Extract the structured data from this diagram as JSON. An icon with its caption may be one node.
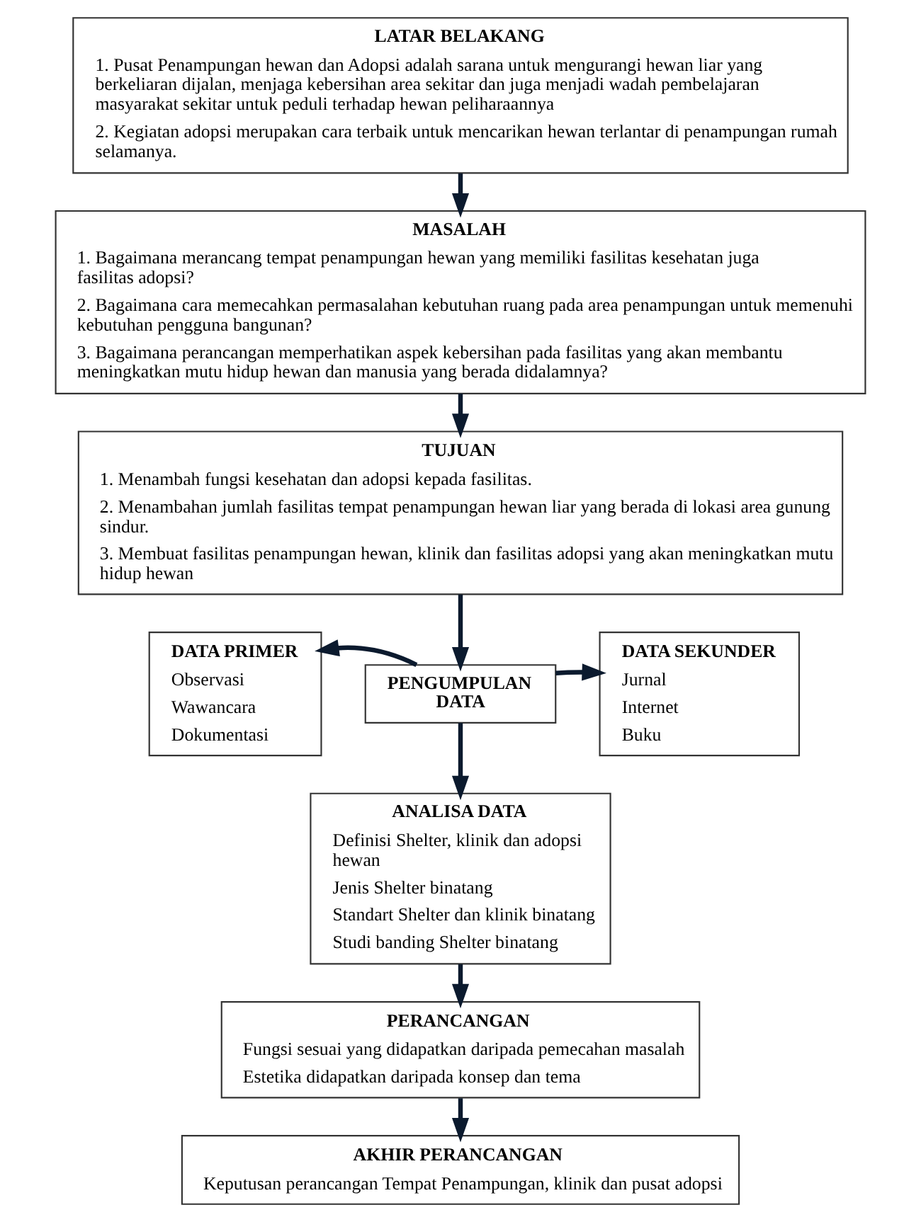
{
  "diagram": {
    "nodes": [
      {
        "text": [
          "LATAR BELAKANG",
          "1. Pusat Penampungan hewan dan Adopsi adalah sarana untuk mengurangi hewan liar yang berkeliaran dijalan, menjaga kebersihan area sekitar dan juga menjadi wadah pembelajaran masyarakat sekitar untuk peduli terhadap hewan peliharaannya",
          "2. Kegiatan adopsi merupakan cara terbaik untuk mencarikan hewan terlantar di penampungan rumah selamanya."
        ]
      },
      {
        "text": [
          "MASALAH",
          "1. Bagaimana merancang tempat penampungan hewan yang memiliki fasilitas kesehatan juga fasilitas adopsi?",
          "2. Bagaimana cara memecahkan permasalahan kebutuhan ruang pada area penampungan untuk memenuhi kebutuhan pengguna bangunan?",
          "3. Bagaimana perancangan memperhatikan aspek kebersihan pada fasilitas yang akan membantu meningkatkan mutu hidup hewan dan manusia yang berada didalamnya?"
        ]
      },
      {
        "text": [
          "TUJUAN",
          "1. Menambah fungsi kesehatan dan adopsi kepada fasilitas.",
          "2. Menambahan jumlah fasilitas tempat penampungan hewan liar yang berada di lokasi area gunung sindur.",
          "3. Membuat fasilitas penampungan hewan, klinik dan fasilitas adopsi yang akan meningkatkan mutu hidup hewan"
        ]
      },
      {
        "text": [
          "DATA PRIMER",
          "Observasi",
          "Wawancara",
          "Dokumentasi"
        ]
      },
      {
        "text": [
          "PENGUMPULAN DATA"
        ]
      },
      {
        "text": [
          "DATA SEKUNDER",
          "Jurnal",
          "Internet",
          "Buku"
        ]
      },
      {
        "text": [
          "ANALISA DATA",
          "Definisi Shelter, klinik dan adopsi hewan",
          "Jenis Shelter binatang",
          "Standart Shelter dan klinik binatang",
          "Studi banding Shelter binatang"
        ]
      },
      {
        "text": [
          "PERANCANGAN",
          "Fungsi sesuai yang didapatkan daripada pemecahan masalah",
          "Estetika didapatkan daripada konsep dan tema"
        ]
      },
      {
        "text": [
          "AKHIR PERANCANGAN",
          "Keputusan perancangan Tempat Penampungan, klinik dan pusat adopsi"
        ]
      }
    ],
    "edges": [
      {
        "from": 0,
        "to": 1,
        "arrow": "to"
      },
      {
        "from": 1,
        "to": 2,
        "arrow": "to"
      },
      {
        "from": 2,
        "to": 4,
        "arrow": "to"
      },
      {
        "from": 4,
        "to": 3,
        "arrow": "to"
      },
      {
        "from": 4,
        "to": 5,
        "arrow": "to"
      },
      {
        "from": 4,
        "to": 6,
        "arrow": "to"
      },
      {
        "from": 6,
        "to": 7,
        "arrow": "to"
      },
      {
        "from": 7,
        "to": 8,
        "arrow": "to"
      }
    ]
  }
}
